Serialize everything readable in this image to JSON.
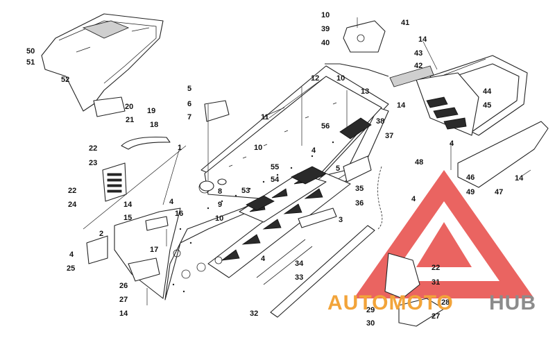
{
  "labels": [
    "50",
    "51",
    "52",
    "20",
    "21",
    "19",
    "18",
    "22",
    "23",
    "22",
    "24",
    "14",
    "15",
    "2",
    "4",
    "25",
    "26",
    "27",
    "14",
    "17",
    "16",
    "1",
    "4",
    "6",
    "7",
    "5",
    "8",
    "9",
    "11",
    "10",
    "53",
    "55",
    "54",
    "10",
    "3",
    "34",
    "33",
    "32",
    "4",
    "12",
    "10",
    "13",
    "56",
    "38",
    "37",
    "5",
    "4",
    "35",
    "36",
    "4",
    "10",
    "39",
    "40",
    "41",
    "14",
    "43",
    "42",
    "44",
    "14",
    "45",
    "48",
    "4",
    "46",
    "49",
    "47",
    "14",
    "22",
    "31",
    "28",
    "29",
    "30",
    "27"
  ],
  "watermark": {
    "brand_left": "AUTOMOTO",
    "brand_right": "HUB",
    "colors": {
      "triangle": "#e53935",
      "text_orange": "#f2a43a",
      "text_gray": "#8c8c8c"
    }
  }
}
